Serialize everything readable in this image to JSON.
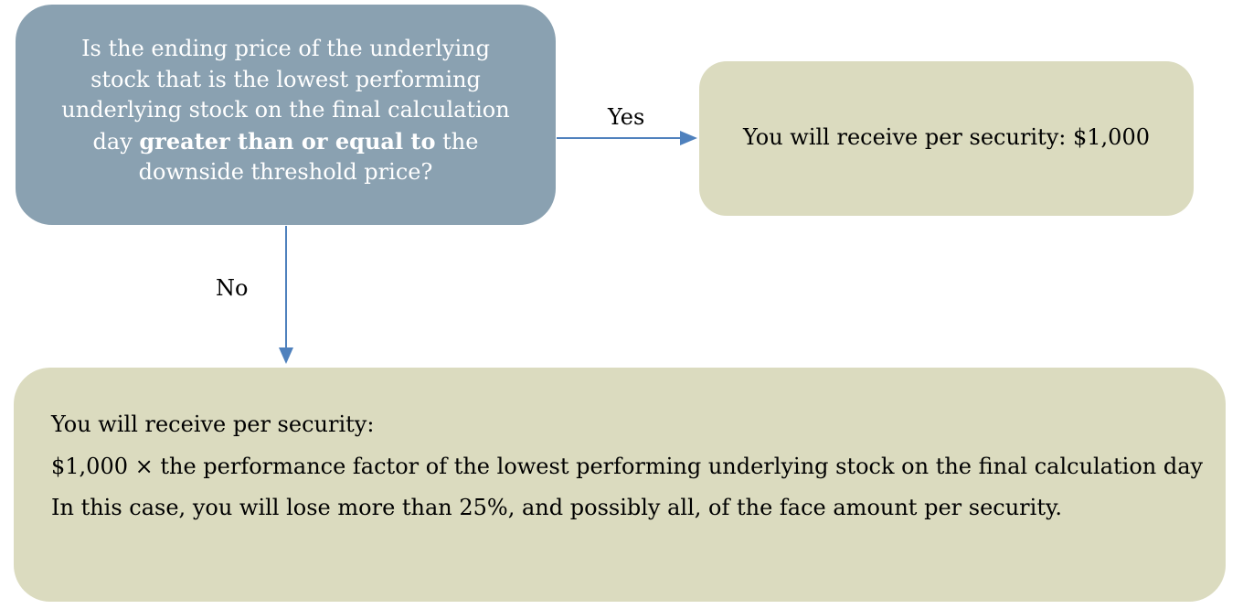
{
  "question": {
    "text_before": "Is the ending price of the underlying stock that is the lowest performing underlying stock on the final calculation day ",
    "text_bold": "greater than or equal to",
    "text_after": " the downside threshold price?"
  },
  "edges": {
    "yes_label": "Yes",
    "no_label": "No"
  },
  "yes_outcome": {
    "text": "You will receive per security: $1,000"
  },
  "no_outcome": {
    "line1": "You will receive per security:",
    "line2": "$1,000 × the performance factor of the lowest performing underlying stock on the final calculation day",
    "line3": "In this case, you will lose more than 25%, and possibly all, of the face amount per security."
  },
  "colors": {
    "question_fill": "#8aa1b1",
    "outcome_fill": "#dbdbbf",
    "arrow": "#4f81bd"
  }
}
